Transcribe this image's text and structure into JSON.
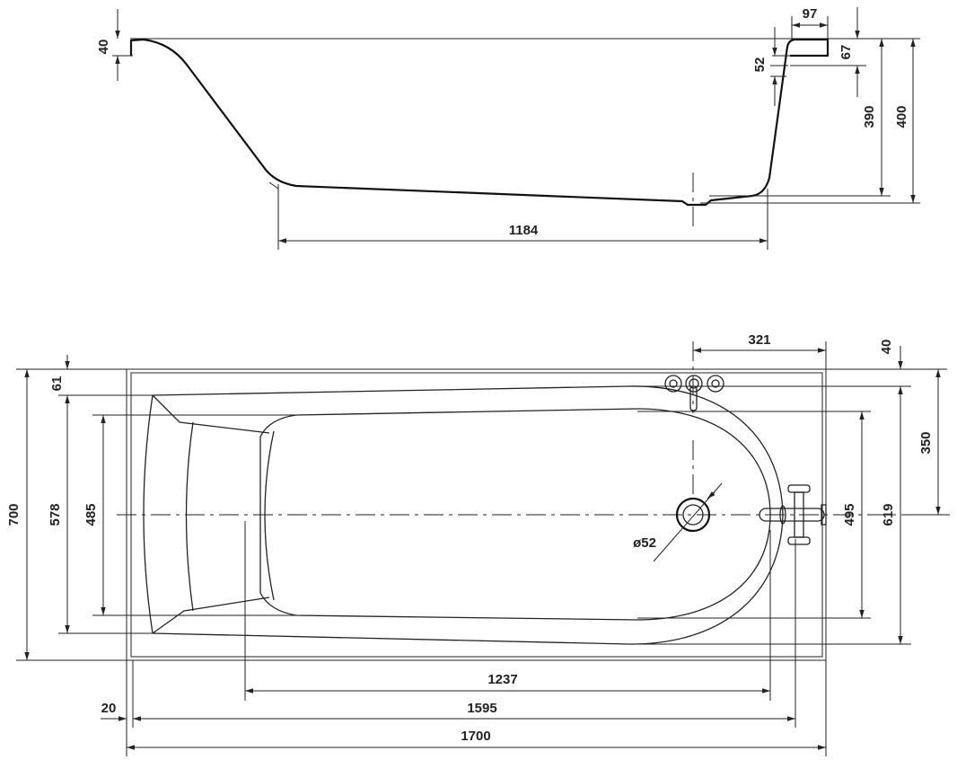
{
  "side_view": {
    "dims": {
      "rim_height": "40",
      "rim_width": "97",
      "step_52": "52",
      "step_67": "67",
      "inner_depth": "390",
      "total_height": "400",
      "bottom_length": "1184"
    }
  },
  "plan_view": {
    "dims": {
      "width": "700",
      "rim_inner_width": "578",
      "basin_width": "485",
      "head_offset": "61",
      "drain_offset": "321",
      "edge_40": "40",
      "half_width": "350",
      "foot_basin_width": "495",
      "foot_rim_width": "619",
      "basin_length": "1237",
      "inner_length": "1595",
      "edge_20": "20",
      "length": "1700",
      "drain_diameter": "ø52"
    }
  }
}
